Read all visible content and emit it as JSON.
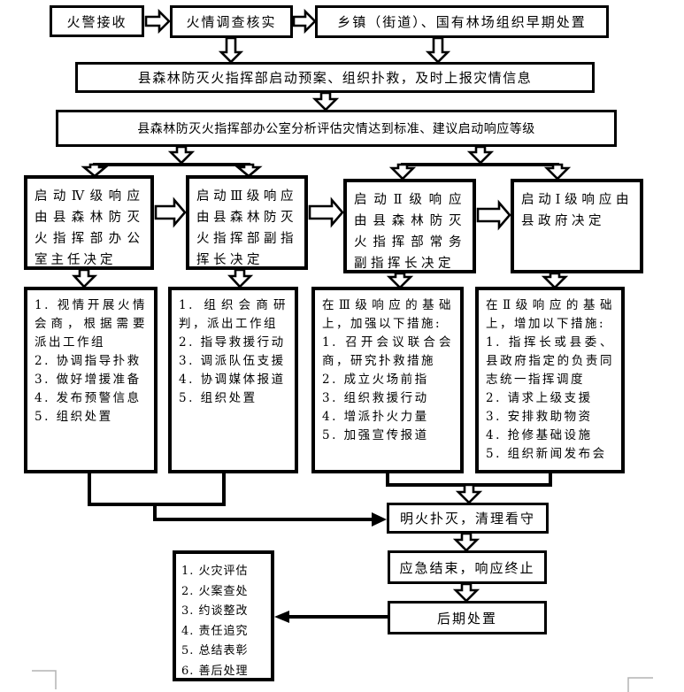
{
  "colors": {
    "line": "#000000",
    "background": "#ffffff",
    "corner_mark": "#b3b3b3"
  },
  "nodes": {
    "alarm": "火警接收",
    "verify": "火情调查核实",
    "early": "乡镇（街道）、国有林场组织早期处置",
    "launch": "县森林防灭火指挥部启动预案、组织扑救，及时上报灾情信息",
    "assess": "县森林防灭火指挥部办公室分析评估灾情达到标准、建议启动响应等级",
    "level4": "启动Ⅳ级响应由县森林防灭火指挥部办公室主任决定",
    "level3": "启动Ⅲ级响应由县森林防灭火指挥部副指挥长决定",
    "level2": "启动Ⅱ级响应由县森林防灭火指挥部常务副指挥长决定",
    "level1": "启动Ⅰ级响应由县政府决定",
    "extinguish": "明火扑灭，清理看守",
    "end": "应急结束，响应终止",
    "post": "后期处置"
  },
  "actions4": {
    "items": [
      "1. 视情开展火情会商，根据需要派出工作组",
      "2. 协调指导扑救",
      "3. 做好增援准备",
      "4. 发布预警信息",
      "5. 组织处置"
    ]
  },
  "actions3": {
    "items": [
      "1. 组织会商研判，派出工作组",
      "2. 指导救援行动",
      "3. 调派队伍支援",
      "4. 协调媒体报道",
      "5. 组织处置"
    ]
  },
  "actions2": {
    "intro": "在Ⅲ级响应的基础上，加强以下措施:",
    "items": [
      "1. 召开会议联合会商，研究扑救措施",
      "2. 成立火场前指",
      "3. 组织救援行动",
      "4. 增派扑火力量",
      "5. 加强宣传报道"
    ]
  },
  "actions1": {
    "intro": "在Ⅱ级响应的基础上，增加以下措施:",
    "items": [
      "1. 指挥长或县委、县政府指定的负责同志统一指挥调度",
      "2. 请求上级支援",
      "3. 安排救助物资",
      "4. 抢修基础设施",
      "5. 组织新闻发布会"
    ]
  },
  "evaluation": {
    "items": [
      "1. 火灾评估",
      "2. 火案查处",
      "3. 约谈整改",
      "4. 责任追究",
      "5. 总结表彰",
      "6. 善后处理"
    ]
  }
}
